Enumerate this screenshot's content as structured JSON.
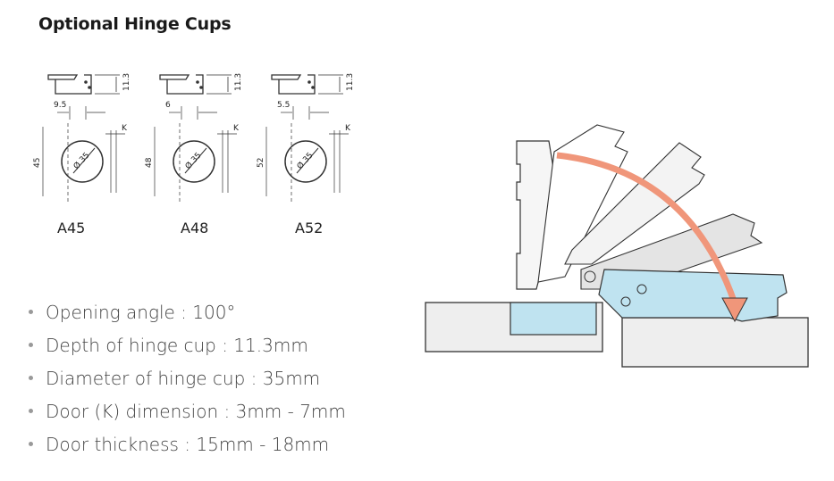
{
  "title": "Optional Hinge Cups",
  "cups": [
    {
      "label": "A45",
      "offset": "9.5",
      "height": "45",
      "depth": "11.3",
      "diameter": "Ø 35",
      "k": "K"
    },
    {
      "label": "A48",
      "offset": "6",
      "height": "48",
      "depth": "11.3",
      "diameter": "Ø 35",
      "k": "K"
    },
    {
      "label": "A52",
      "offset": "5.5",
      "height": "52",
      "depth": "11.3",
      "diameter": "Ø 35",
      "k": "K"
    }
  ],
  "specs": [
    "Opening angle : 100°",
    "Depth of hinge cup : 11.3mm",
    "Diameter of hinge cup : 35mm",
    "Door (K) dimension : 3mm - 7mm",
    "Door thickness : 15mm - 18mm"
  ],
  "colors": {
    "arrow": "#f0967a",
    "cup_fill": "#bfe3f0",
    "panel_fill": "#eeeeee",
    "line": "#333333"
  }
}
